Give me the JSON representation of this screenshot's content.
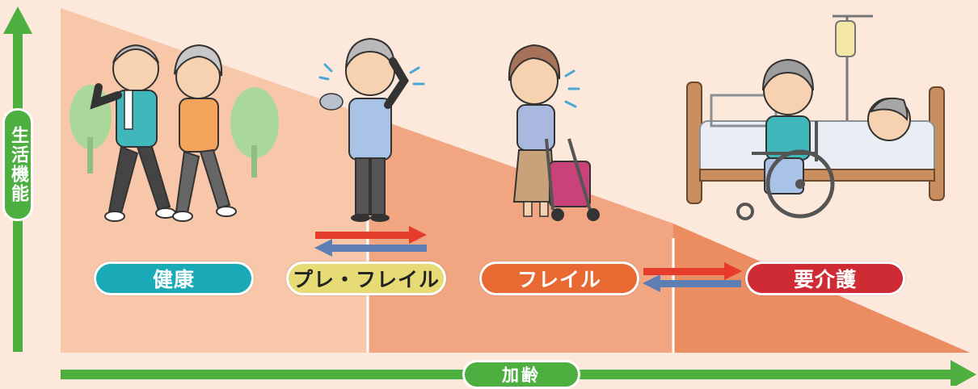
{
  "axes": {
    "vertical_label": "生活機能",
    "horizontal_label": "加齢"
  },
  "stages": [
    {
      "id": "health",
      "label": "健康",
      "color": "#1aa9b7"
    },
    {
      "id": "prefrail",
      "label": "プレ・フレイル",
      "color": "#e6db74"
    },
    {
      "id": "frail",
      "label": "フレイル",
      "color": "#e86a32"
    },
    {
      "id": "care",
      "label": "要介護",
      "color": "#cf2b34"
    }
  ],
  "illustrations": [
    {
      "id": "walking-couple",
      "icon": "walking-couple-icon"
    },
    {
      "id": "tired-man",
      "icon": "tired-man-icon"
    },
    {
      "id": "woman-with-walker",
      "icon": "woman-walker-icon"
    },
    {
      "id": "wheelchair-and-bed",
      "icon": "wheelchair-bed-icon"
    }
  ],
  "colors": {
    "background": "#fce9dc",
    "slope_light": "#f8c6a8",
    "slope_mid": "#f2a581",
    "slope_dark": "#ec8c61",
    "axis_green": "#4caf3f",
    "arrow_red": "#e63c2b",
    "arrow_blue": "#5e7fb6"
  }
}
